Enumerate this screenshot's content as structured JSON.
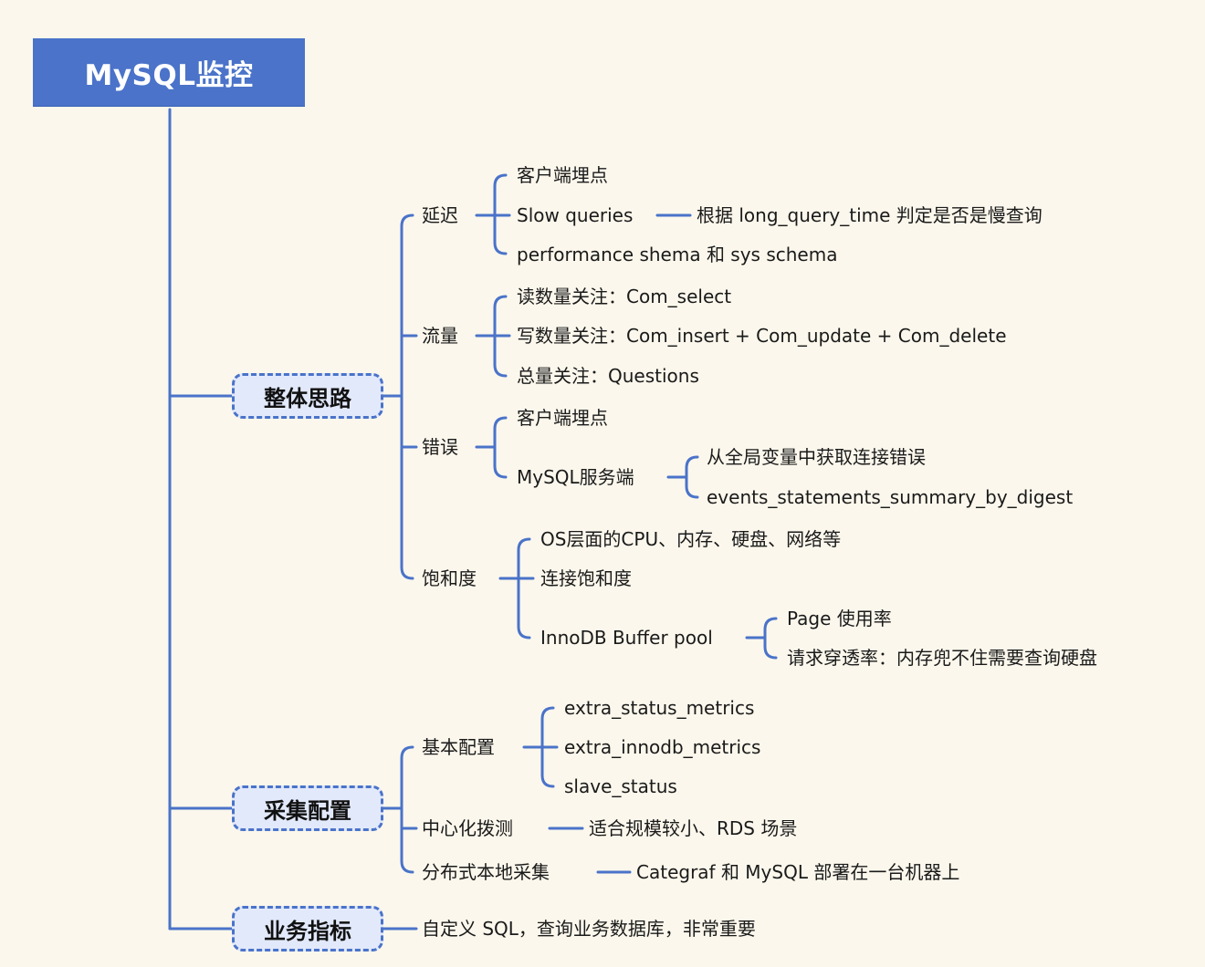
{
  "root": "MySQL监控",
  "branches": [
    {
      "label": "整体思路",
      "children": [
        {
          "label": "延迟",
          "children": [
            {
              "label": "客户端埋点"
            },
            {
              "label": "Slow queries",
              "children": [
                {
                  "label": "根据 long_query_time 判定是否是慢查询"
                }
              ]
            },
            {
              "label": "performance shema 和 sys schema"
            }
          ]
        },
        {
          "label": "流量",
          "children": [
            {
              "label": "读数量关注：Com_select"
            },
            {
              "label": "写数量关注：Com_insert + Com_update + Com_delete"
            },
            {
              "label": "总量关注：Questions"
            }
          ]
        },
        {
          "label": "错误",
          "children": [
            {
              "label": "客户端埋点"
            },
            {
              "label": "MySQL服务端",
              "children": [
                {
                  "label": "从全局变量中获取连接错误"
                },
                {
                  "label": "events_statements_summary_by_digest"
                }
              ]
            }
          ]
        },
        {
          "label": "饱和度",
          "children": [
            {
              "label": "OS层面的CPU、内存、硬盘、网络等"
            },
            {
              "label": "连接饱和度"
            },
            {
              "label": "InnoDB Buffer pool",
              "children": [
                {
                  "label": "Page 使用率"
                },
                {
                  "label": "请求穿透率：内存兜不住需要查询硬盘"
                }
              ]
            }
          ]
        }
      ]
    },
    {
      "label": "采集配置",
      "children": [
        {
          "label": "基本配置",
          "children": [
            {
              "label": "extra_status_metrics"
            },
            {
              "label": "extra_innodb_metrics"
            },
            {
              "label": "slave_status"
            }
          ]
        },
        {
          "label": "中心化拨测",
          "children": [
            {
              "label": "适合规模较小、RDS 场景"
            }
          ]
        },
        {
          "label": "分布式本地采集",
          "children": [
            {
              "label": "Categraf 和 MySQL 部署在一台机器上"
            }
          ]
        }
      ]
    },
    {
      "label": "业务指标",
      "children": [
        {
          "label": "自定义 SQL，查询业务数据库，非常重要"
        }
      ]
    }
  ]
}
